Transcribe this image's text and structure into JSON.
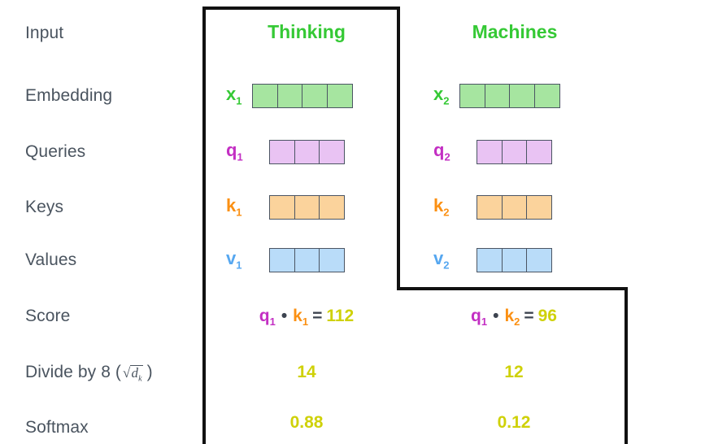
{
  "diagram": {
    "title": "Transformer self-attention score computation",
    "colors": {
      "word_header": "#35c935",
      "row_label": "#4a545f",
      "embedding_fill": "#a6e5a0",
      "query_fill": "#e9c3f3",
      "key_fill": "#fbd39c",
      "value_fill": "#b9dcf9",
      "cell_border": "#4b5563",
      "embedding_label": "#35c935",
      "query_label": "#c32fc3",
      "key_label": "#fb9013",
      "value_label": "#56a7f0",
      "number": "#cfd108",
      "operator": "#3d4450",
      "frame": "#111111"
    }
  },
  "row_labels": {
    "input": "Input",
    "embedding": "Embedding",
    "queries": "Queries",
    "keys": "Keys",
    "values": "Values",
    "score": "Score",
    "divide_prefix": "Divide by 8 (",
    "divide_radical": "√",
    "divide_radicand": "d",
    "divide_subscript": "k",
    "divide_suffix": ")",
    "softmax": "Softmax"
  },
  "columns": [
    {
      "id": "thinking",
      "word": "Thinking",
      "embedding": {
        "label": "x",
        "sub": "1",
        "cells": 4
      },
      "query": {
        "label": "q",
        "sub": "1",
        "cells": 3
      },
      "key": {
        "label": "k",
        "sub": "1",
        "cells": 3
      },
      "value": {
        "label": "v",
        "sub": "1",
        "cells": 3
      },
      "score": {
        "q_label": "q",
        "q_sub": "1",
        "dot": "•",
        "k_label": "k",
        "k_sub": "1",
        "equals": "=",
        "result": "112"
      },
      "divided": "14",
      "softmax": "0.88"
    },
    {
      "id": "machines",
      "word": "Machines",
      "embedding": {
        "label": "x",
        "sub": "2",
        "cells": 4
      },
      "query": {
        "label": "q",
        "sub": "2",
        "cells": 3
      },
      "key": {
        "label": "k",
        "sub": "2",
        "cells": 3
      },
      "value": {
        "label": "v",
        "sub": "2",
        "cells": 3
      },
      "score": {
        "q_label": "q",
        "q_sub": "1",
        "dot": "•",
        "k_label": "k",
        "k_sub": "2",
        "equals": "=",
        "result": "96"
      },
      "divided": "12",
      "softmax": "0.12"
    }
  ]
}
